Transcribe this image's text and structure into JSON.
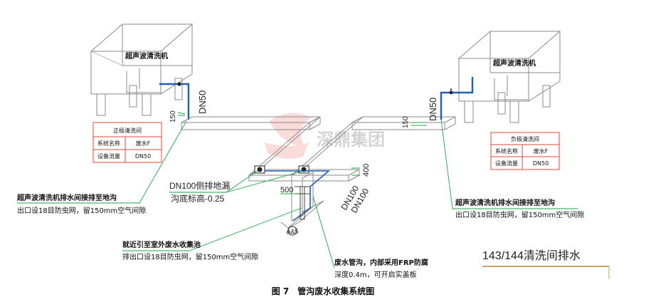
{
  "machines": {
    "left": {
      "title": "超声波清洗机"
    },
    "right": {
      "title": "超声波清洗机"
    }
  },
  "tables": {
    "left": {
      "title": "正极清洗间",
      "rows": [
        {
          "label": "系统名称",
          "value": "废水F"
        },
        {
          "label": "设备流量",
          "value": "DN50"
        }
      ]
    },
    "right": {
      "title": "负极清洗间",
      "rows": [
        {
          "label": "系统名称",
          "value": "废水F"
        },
        {
          "label": "设备流量",
          "value": "DN50"
        }
      ]
    }
  },
  "dims": {
    "dn50_left": "DN50",
    "dn50_right": "DN50",
    "gap150_left": "150",
    "gap150_right": "150",
    "gap400": "400",
    "gap500": "500",
    "dn100_a": "DN100",
    "dn100_b": "DN100",
    "node": "A&5"
  },
  "notes": {
    "left": [
      "超声波清洗机排水间接排至地沟",
      "出口设18目防虫网，留150mm空气间隙"
    ],
    "center": [
      "DN100侧排地漏",
      "沟底标高-0.25"
    ],
    "lower_left": [
      "就近引至室外废水收集池",
      "排出口设18目防虫网，留150mm空气间隙"
    ],
    "lower_right": [
      "废水管沟，内部采用FRP防腐",
      "深度0.4m，可开启实盖板"
    ],
    "right": [
      "超声波清洗机排水间接排至地沟",
      "出口设18目防虫网，留150mm空气间隙"
    ]
  },
  "room_title": "143/144清洗间排水",
  "watermark": "深鼎集团",
  "caption": {
    "fig": "图 7",
    "text": "管沟废水收集系统图"
  },
  "colors": {
    "pipe_blue": "#1f5fb8",
    "dim_green": "#1ea646",
    "table_red": "#e04a3a",
    "line_gray": "#7a7a7a"
  }
}
